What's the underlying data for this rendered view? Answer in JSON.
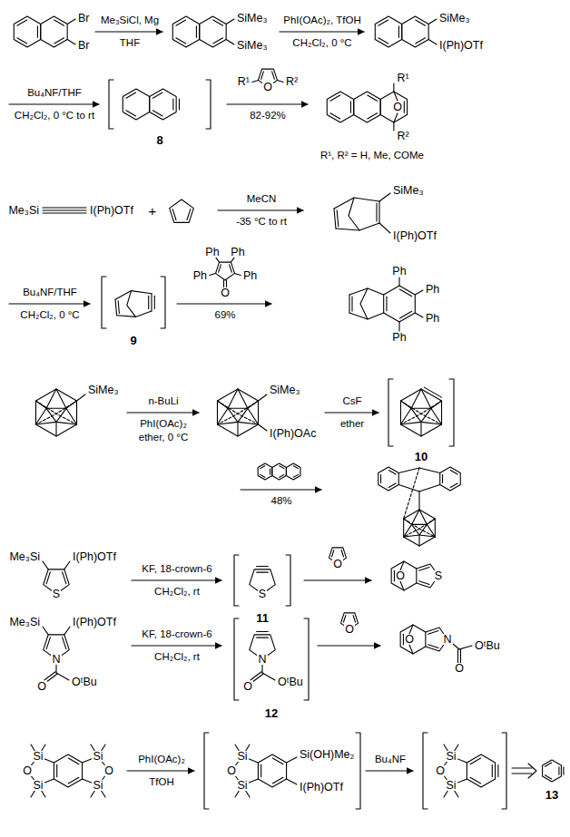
{
  "diagram": {
    "labels": [
      "Br",
      "Br",
      "Me₃SiCl, Mg",
      "THF",
      "SiMe₃",
      "SiMe₃",
      "PhI(OAc)₂, TfOH",
      "CH₂Cl₂, 0 °C",
      "SiMe₃",
      "I(Ph)OTf",
      "Bu₄NF/THF",
      "CH₂Cl₂, 0 °C to rt",
      "8",
      "R¹",
      "O",
      "R²",
      "82-92%",
      "R¹",
      "O",
      "R²",
      "R¹, R² = H, Me, COMe",
      "Me₃Si",
      "I(Ph)OTf",
      "+",
      "MeCN",
      "-35 °C to rt",
      "SiMe₃",
      "I(Ph)OTf",
      "Bu₄NF/THF",
      "CH₂Cl₂, 0 °C",
      "9",
      "Ph",
      "Ph",
      "Ph",
      "Ph",
      "O",
      "69%",
      "Ph",
      "Ph",
      "Ph",
      "Ph",
      "SiMe₃",
      "n-BuLi",
      "PhI(OAc)₂",
      "ether, 0 °C",
      "SiMe₃",
      "I(Ph)OAc",
      "CsF",
      "ether",
      "10",
      "48%",
      "Me₃Si",
      "I(Ph)OTf",
      "S",
      "KF, 18-crown-6",
      "CH₂Cl₂, rt",
      "S",
      "11",
      "O",
      "O",
      "S",
      "Me₃Si",
      "I(Ph)OTf",
      "N",
      "O",
      "OᵗBu",
      "KF, 18-crown-6",
      "CH₂Cl₂, rt",
      "N",
      "O",
      "OᵗBu",
      "12",
      "O",
      "O",
      "N",
      "O",
      "OᵗBu",
      "Si",
      "O",
      "Si",
      "Si",
      "O",
      "Si",
      "PhI(OAc)₂",
      "TfOH",
      "Si",
      "O",
      "Si",
      "Si(OH)Me₂",
      "I(Ph)OTf",
      "Bu₄NF",
      "Si",
      "O",
      "Si",
      "13"
    ]
  }
}
